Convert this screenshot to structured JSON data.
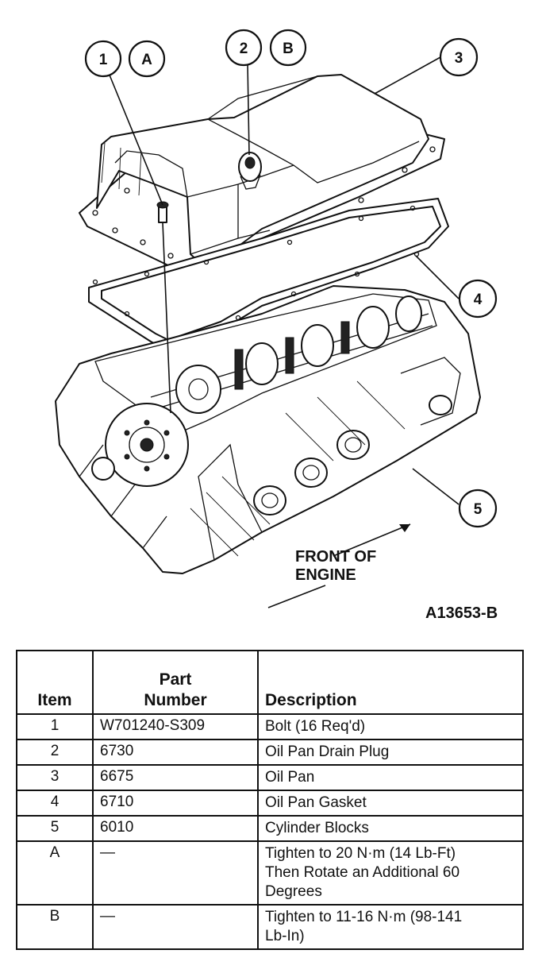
{
  "callouts": {
    "item1": "1",
    "itemA": "A",
    "item2": "2",
    "itemB": "B",
    "item3": "3",
    "item4": "4",
    "item5": "5"
  },
  "front_label": {
    "line1": "FRONT OF",
    "line2": "ENGINE"
  },
  "figure_code": "A13653-B",
  "table": {
    "headers": {
      "item": "Item",
      "part_line1": "Part",
      "part_line2": "Number",
      "description": "Description"
    },
    "rows": [
      {
        "item": "1",
        "part": "W701240-S309",
        "desc": [
          "Bolt (16 Req'd)"
        ]
      },
      {
        "item": "2",
        "part": "6730",
        "desc": [
          "Oil Pan Drain Plug"
        ]
      },
      {
        "item": "3",
        "part": "6675",
        "desc": [
          "Oil Pan"
        ]
      },
      {
        "item": "4",
        "part": "6710",
        "desc": [
          "Oil Pan Gasket"
        ]
      },
      {
        "item": "5",
        "part": "6010",
        "desc": [
          "Cylinder Blocks"
        ]
      },
      {
        "item": "A",
        "part": "—",
        "desc": [
          "Tighten to 20 N·m (14 Lb-Ft)",
          "Then Rotate an Additional 60",
          "Degrees"
        ]
      },
      {
        "item": "B",
        "part": "—",
        "desc": [
          "Tighten to 11-16 N·m (98-141",
          "Lb-In)"
        ]
      }
    ]
  }
}
